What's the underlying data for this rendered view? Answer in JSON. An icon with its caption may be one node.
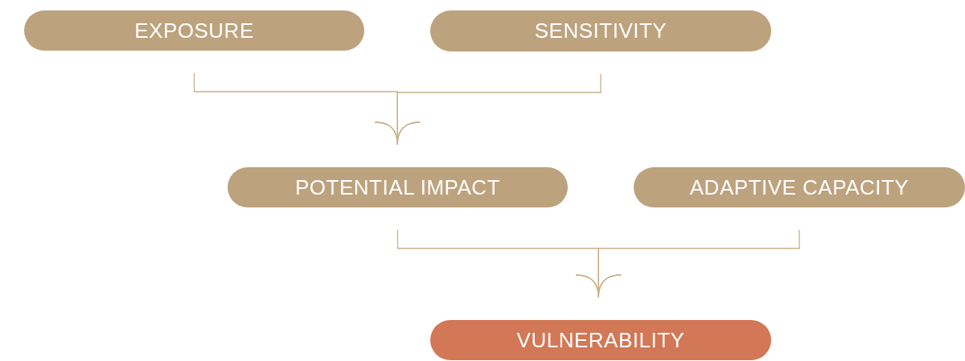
{
  "diagram": {
    "nodes": [
      {
        "text": [
          "EXPOSURE"
        ]
      },
      {
        "text": [
          "SENSITIVITY"
        ]
      },
      {
        "text": [
          "POTENTIAL IMPACT"
        ]
      },
      {
        "text": [
          "ADAPTIVE CAPACITY"
        ]
      },
      {
        "text": [
          "VULNERABILITY"
        ]
      }
    ],
    "edges": [
      {
        "from": 0,
        "to": 2,
        "arrow": "to"
      },
      {
        "from": 1,
        "to": 2,
        "arrow": "to"
      },
      {
        "from": 2,
        "to": 4,
        "arrow": "to"
      },
      {
        "from": 3,
        "to": 4,
        "arrow": "to"
      }
    ]
  }
}
